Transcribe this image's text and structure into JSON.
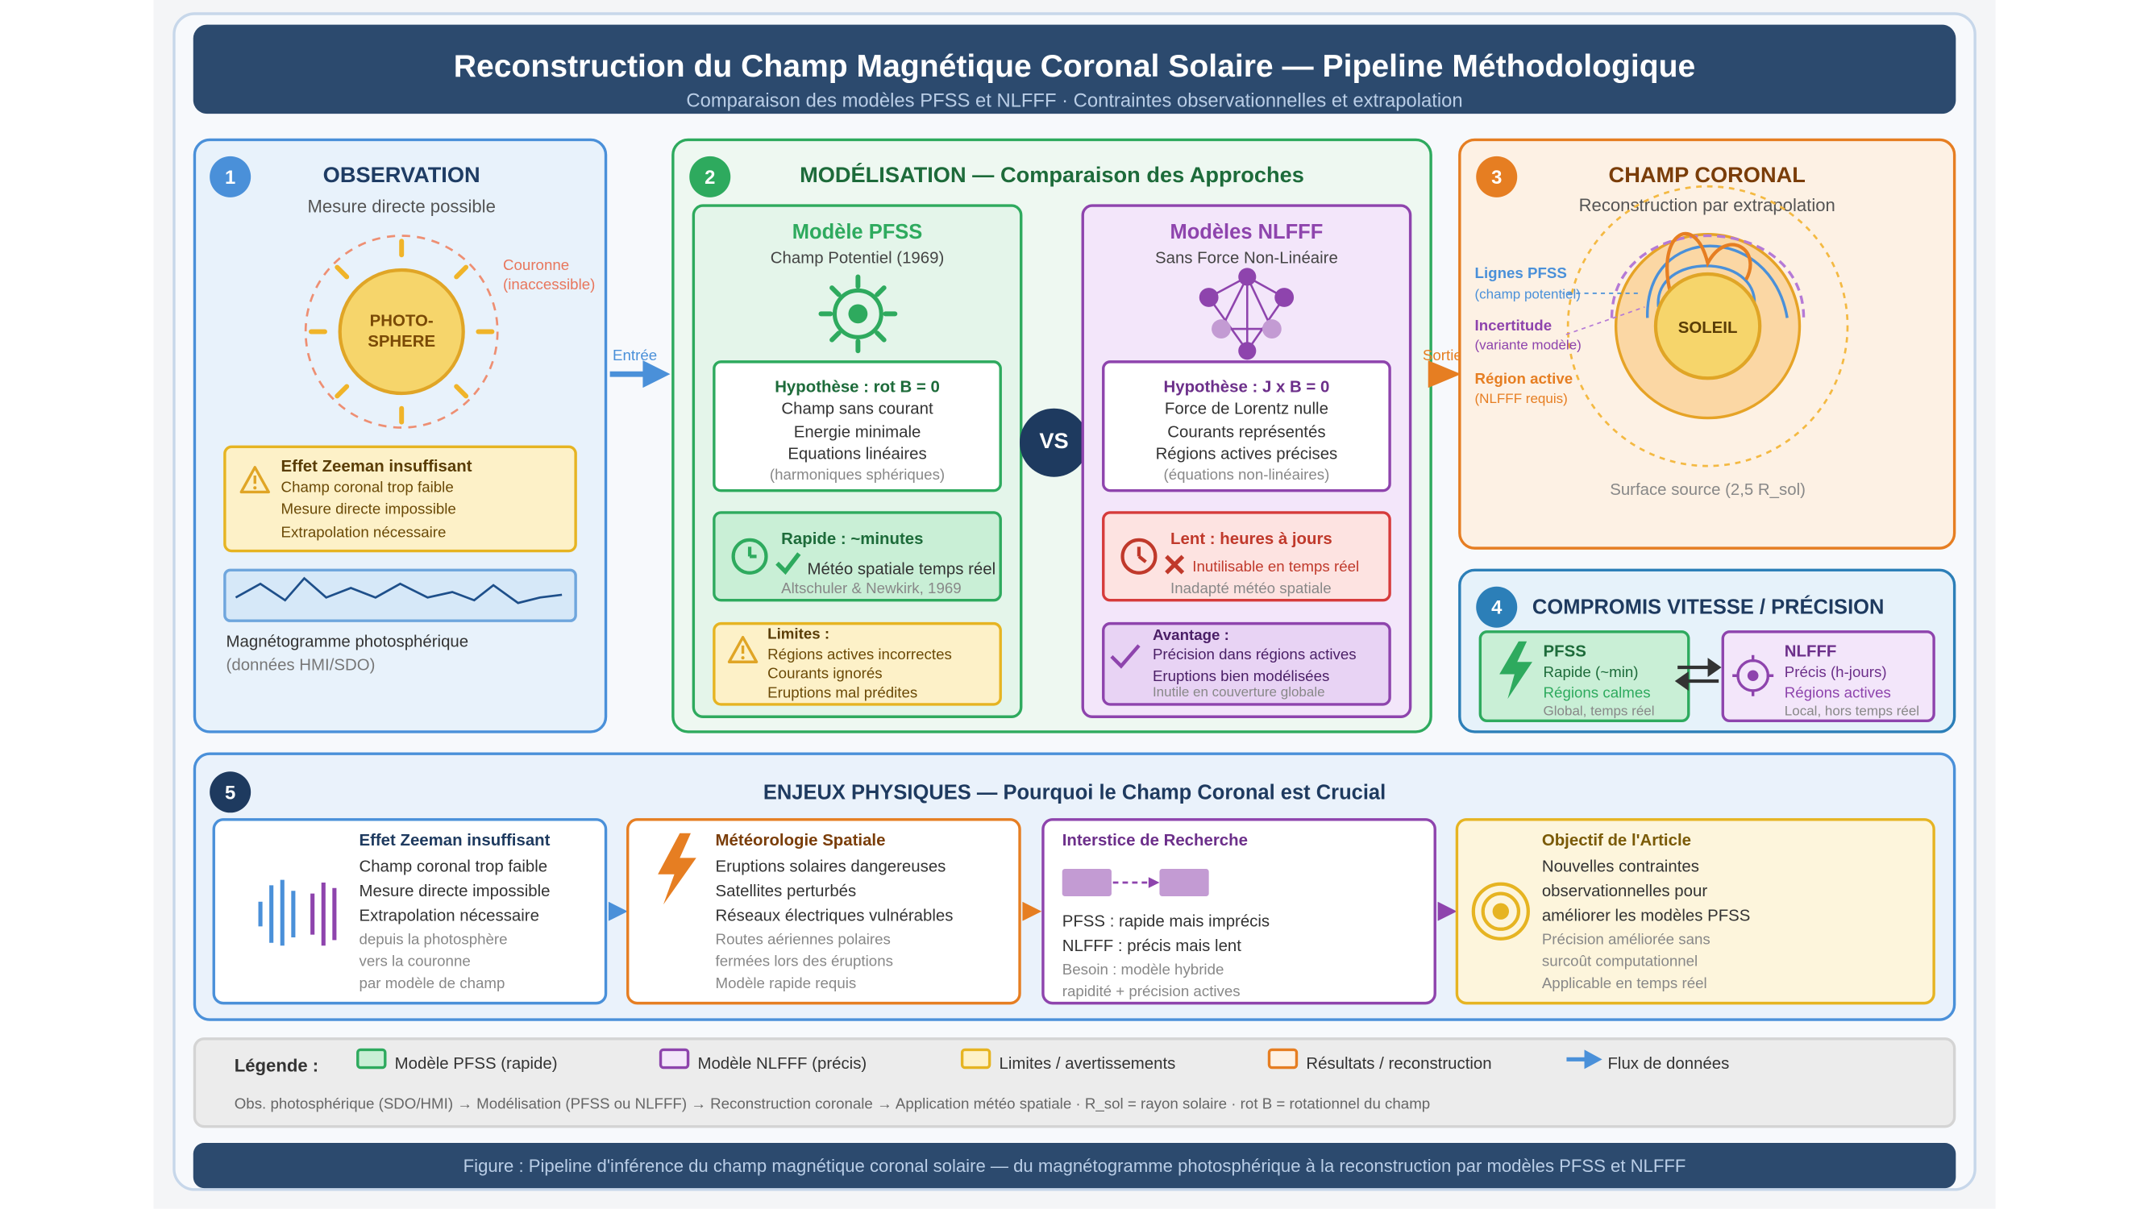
{
  "header": {
    "title": "Reconstruction du Champ Magnétique Coronal Solaire — Pipeline Méthodologique",
    "subtitle": "Comparaison des modèles PFSS et NLFFF · Contraintes observationnelles et extrapolation"
  },
  "obs": {
    "number": "1",
    "title": "OBSERVATION",
    "subtitle": "Mesure directe possible",
    "sun_label_1": "PHOTO-",
    "sun_label_2": "SPHERE",
    "corona_1": "Couronne",
    "corona_2": "(inaccessible)",
    "warning_title": "Effet Zeeman insuffisant",
    "warning_lines": [
      "Champ coronal trop faible",
      "Mesure directe impossible",
      "Extrapolation nécessaire"
    ],
    "magneto_label": "Magnétogramme photosphérique",
    "magneto_source": "(données HMI/SDO)"
  },
  "arrows": {
    "entree": "Entrée",
    "sortie": "Sortie"
  },
  "model": {
    "number": "2",
    "title": "MODÉLISATION — Comparaison des Approches",
    "vs": "VS",
    "pfss": {
      "title": "Modèle PFSS",
      "subtitle": "Champ Potentiel (1969)",
      "hyp_title": "Hypothèse : rot B = 0",
      "hyp_lines": [
        "Champ sans courant",
        "Energie minimale",
        "Equations linéaires"
      ],
      "hyp_note": "(harmoniques sphériques)",
      "speed_title": "Rapide : ~minutes",
      "speed_text": "Météo spatiale temps réel",
      "speed_note": "Altschuler & Newkirk, 1969",
      "lim_title": "Limites :",
      "lim_lines": [
        "Régions actives incorrectes",
        "Courants ignorés",
        "Eruptions mal prédites"
      ]
    },
    "nlfff": {
      "title": "Modèles NLFFF",
      "subtitle": "Sans Force Non-Linéaire",
      "hyp_title": "Hypothèse : J x B = 0",
      "hyp_lines": [
        "Force de Lorentz nulle",
        "Courants représentés",
        "Régions actives précises"
      ],
      "hyp_note": "(équations non-linéaires)",
      "speed_title": "Lent : heures à jours",
      "speed_text": "Inutilisable en temps réel",
      "speed_note": "Inadapté météo spatiale",
      "adv_title": "Avantage :",
      "adv_lines": [
        "Précision dans régions actives",
        "Eruptions bien modélisées"
      ],
      "adv_note": "Inutile en couverture globale"
    }
  },
  "coronal": {
    "number": "3",
    "title": "CHAMP CORONAL",
    "subtitle": "Reconstruction par extrapolation",
    "sun_label": "SOLEIL",
    "pfss_line_1": "Lignes PFSS",
    "pfss_line_2": "(champ potentiel)",
    "unc_1": "Incertitude",
    "unc_2": "(variante modèle)",
    "active_1": "Région active",
    "active_2": "(NLFFF requis)",
    "surface": "Surface source (2,5 R_sol)"
  },
  "tradeoff": {
    "number": "4",
    "title": "COMPROMIS VITESSE / PRÉCISION",
    "pfss": {
      "name": "PFSS",
      "l1": "Rapide (~min)",
      "l2": "Régions calmes",
      "l3": "Global, temps réel"
    },
    "nlfff": {
      "name": "NLFFF",
      "l1": "Précis (h-jours)",
      "l2": "Régions actives",
      "l3": "Local, hors temps réel"
    }
  },
  "stakes": {
    "number": "5",
    "title": "ENJEUX PHYSIQUES — Pourquoi le Champ Coronal est Crucial",
    "c1": {
      "title": "Effet Zeeman insuffisant",
      "lines": [
        "Champ coronal trop faible",
        "Mesure directe impossible",
        "Extrapolation nécessaire"
      ],
      "notes": [
        "depuis la photosphère",
        "vers la couronne",
        "par modèle de champ"
      ]
    },
    "c2": {
      "title": "Météorologie Spatiale",
      "lines": [
        "Eruptions solaires dangereuses",
        "Satellites perturbés",
        "Réseaux électriques vulnérables"
      ],
      "notes": [
        "Routes aériennes polaires",
        "fermées lors des éruptions",
        "Modèle rapide requis"
      ]
    },
    "c3": {
      "title": "Interstice de Recherche",
      "lines": [
        "PFSS : rapide mais imprécis",
        "NLFFF : précis mais lent"
      ],
      "notes": [
        "Besoin : modèle hybride",
        "rapidité + précision actives"
      ]
    },
    "c4": {
      "title": "Objectif de l'Article",
      "lines": [
        "Nouvelles contraintes",
        "observationnelles pour",
        "améliorer les modèles PFSS"
      ],
      "notes": [
        "Précision améliorée sans",
        "surcoût computationnel",
        "Applicable en temps réel"
      ]
    }
  },
  "legend": {
    "title": "Légende :",
    "items": [
      "Modèle PFSS (rapide)",
      "Modèle NLFFF (précis)",
      "Limites / avertissements",
      "Résultats / reconstruction",
      "Flux de données"
    ],
    "flow": "Obs. photosphérique (SDO/HMI) → Modélisation (PFSS ou NLFFF) → Reconstruction coronale → Application météo spatiale · R_sol = rayon solaire · rot B = rotationnel du champ"
  },
  "caption": "Figure : Pipeline d'inférence du champ magnétique coronal solaire — du magnétogramme photosphérique à la reconstruction par modèles PFSS et NLFFF",
  "colors": {
    "navy": "#2c4a6e",
    "blue": "#4a90d9",
    "green": "#2eaa5e",
    "purple": "#8e44ad",
    "orange": "#e67e22",
    "yellow": "#e6b422"
  }
}
